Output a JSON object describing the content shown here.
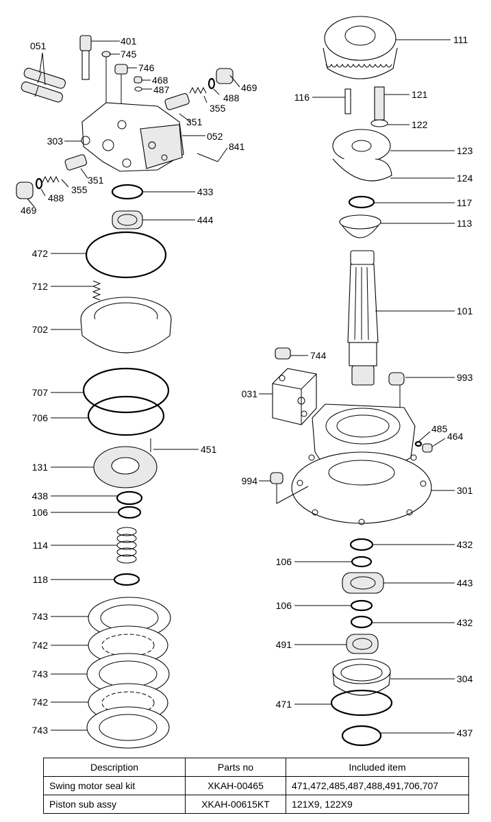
{
  "callouts_left": [
    {
      "id": "c051",
      "label": "051"
    },
    {
      "id": "c401",
      "label": "401"
    },
    {
      "id": "c745",
      "label": "745"
    },
    {
      "id": "c746",
      "label": "746"
    },
    {
      "id": "c468",
      "label": "468"
    },
    {
      "id": "c487",
      "label": "487"
    },
    {
      "id": "c469a",
      "label": "469"
    },
    {
      "id": "c488a",
      "label": "488"
    },
    {
      "id": "c355a",
      "label": "355"
    },
    {
      "id": "c351a",
      "label": "351"
    },
    {
      "id": "c052",
      "label": "052"
    },
    {
      "id": "c303",
      "label": "303"
    },
    {
      "id": "c841",
      "label": "841"
    },
    {
      "id": "c351b",
      "label": "351"
    },
    {
      "id": "c355b",
      "label": "355"
    },
    {
      "id": "c488b",
      "label": "488"
    },
    {
      "id": "c469b",
      "label": "469"
    },
    {
      "id": "c433",
      "label": "433"
    },
    {
      "id": "c444",
      "label": "444"
    },
    {
      "id": "c472",
      "label": "472"
    },
    {
      "id": "c712",
      "label": "712"
    },
    {
      "id": "c702",
      "label": "702"
    },
    {
      "id": "c707",
      "label": "707"
    },
    {
      "id": "c706",
      "label": "706"
    },
    {
      "id": "c451",
      "label": "451"
    },
    {
      "id": "c131",
      "label": "131"
    },
    {
      "id": "c438",
      "label": "438"
    },
    {
      "id": "c106a",
      "label": "106"
    },
    {
      "id": "c114",
      "label": "114"
    },
    {
      "id": "c118",
      "label": "118"
    },
    {
      "id": "c743a",
      "label": "743"
    },
    {
      "id": "c742a",
      "label": "742"
    },
    {
      "id": "c743b",
      "label": "743"
    },
    {
      "id": "c742b",
      "label": "742"
    },
    {
      "id": "c743c",
      "label": "743"
    }
  ],
  "callouts_right": [
    {
      "id": "c111",
      "label": "111"
    },
    {
      "id": "c116",
      "label": "116"
    },
    {
      "id": "c121",
      "label": "121"
    },
    {
      "id": "c122",
      "label": "122"
    },
    {
      "id": "c123",
      "label": "123"
    },
    {
      "id": "c124",
      "label": "124"
    },
    {
      "id": "c117",
      "label": "117"
    },
    {
      "id": "c113",
      "label": "113"
    },
    {
      "id": "c101",
      "label": "101"
    },
    {
      "id": "c744",
      "label": "744"
    },
    {
      "id": "c993",
      "label": "993"
    },
    {
      "id": "c031",
      "label": "031"
    },
    {
      "id": "c485",
      "label": "485"
    },
    {
      "id": "c464",
      "label": "464"
    },
    {
      "id": "c994",
      "label": "994"
    },
    {
      "id": "c301",
      "label": "301"
    },
    {
      "id": "c432a",
      "label": "432"
    },
    {
      "id": "c106b",
      "label": "106"
    },
    {
      "id": "c443",
      "label": "443"
    },
    {
      "id": "c106c",
      "label": "106"
    },
    {
      "id": "c432b",
      "label": "432"
    },
    {
      "id": "c491",
      "label": "491"
    },
    {
      "id": "c304",
      "label": "304"
    },
    {
      "id": "c471",
      "label": "471"
    },
    {
      "id": "c437",
      "label": "437"
    }
  ],
  "table": {
    "headers": [
      "Description",
      "Parts no",
      "Included item"
    ],
    "rows": [
      [
        "Swing motor seal kit",
        "XKAH-00465",
        "471,472,485,487,488,491,706,707"
      ],
      [
        "Piston sub assy",
        "XKAH-00615KT",
        "121X9, 122X9"
      ]
    ]
  }
}
